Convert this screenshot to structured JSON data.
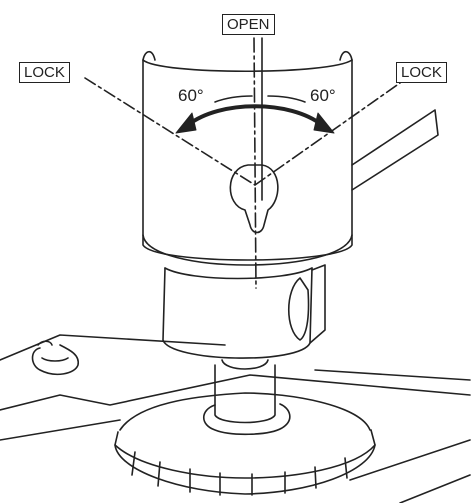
{
  "labels": {
    "open": "OPEN",
    "lock_left": "LOCK",
    "lock_right": "LOCK"
  },
  "angles": {
    "left": "60°",
    "right": "60°"
  },
  "colors": {
    "line": "#222222",
    "background": "#ffffff"
  }
}
